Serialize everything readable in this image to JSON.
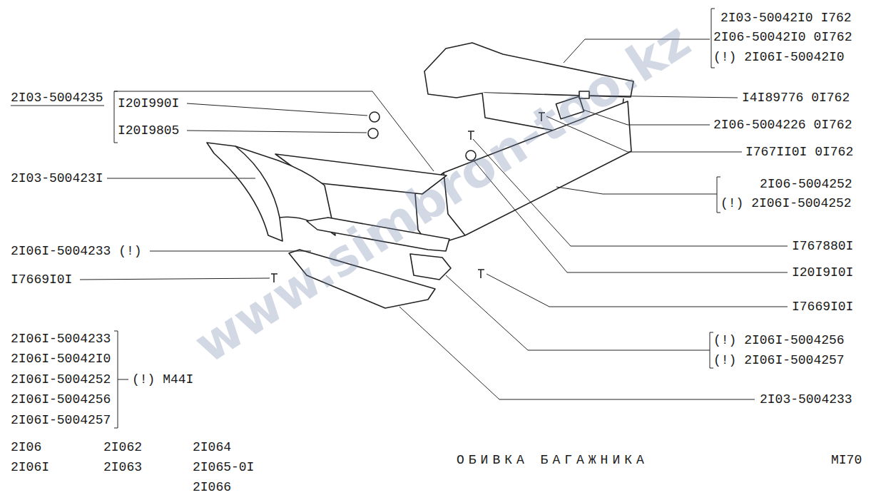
{
  "diagram": {
    "title": "ОБИВКА БАГАЖНИКА",
    "labels": [
      "2I03-50042I0 I762",
      "2I06-50042I0 0I762",
      "(!) 2I06I-50042I0",
      "I4I89776 0I762",
      "2I06-5004226 0I762",
      "I767II0I 0I762",
      "2I06-5004252",
      "(!) 2I06I-5004252",
      "I767880I",
      "I20I9I0I",
      "I7669I0I",
      "(!) 2I06I-5004256",
      "(!) 2I06I-5004257",
      "2I03-5004233",
      "2I03-5004235",
      "I20I990I",
      "I20I9805",
      "2I03-500423I",
      "2I06I-5004233 (!)",
      "I7669I0I",
      "2I06I-5004233",
      "2I06I-50042I0",
      "2I06I-5004252",
      "2I06I-5004256",
      "2I06I-5004257",
      "(!) M44I",
      "2I06",
      "2I06I",
      "2I062",
      "2I063",
      "2I064",
      "2I065-0I",
      "2I066",
      "MI70",
      "www.simbron-too.kz"
    ]
  }
}
